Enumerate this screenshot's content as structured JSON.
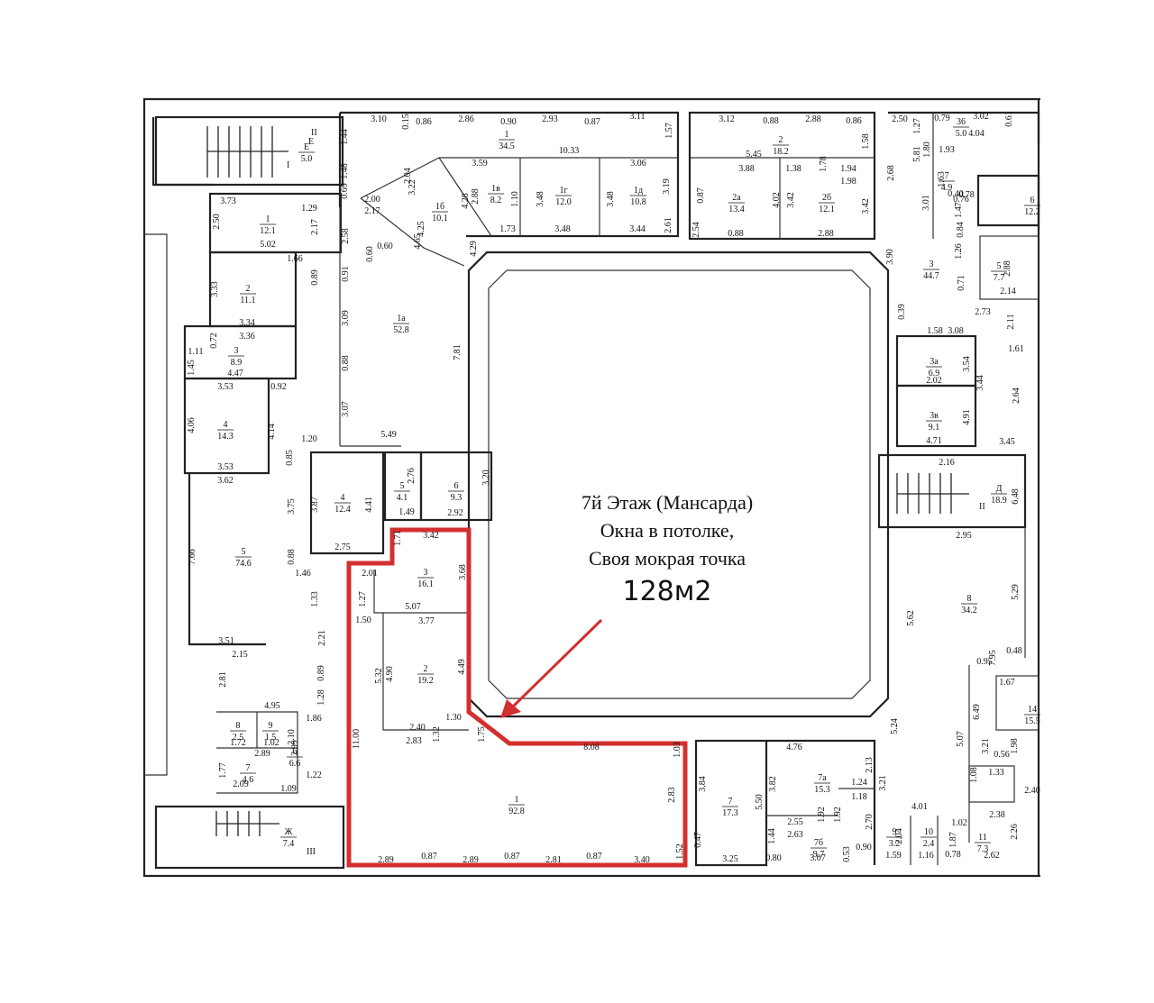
{
  "annotation": {
    "line1": "7й Этаж (Мансарда)",
    "line2": "Окна в потолке,",
    "line3": "Своя мокрая точка",
    "area": "128м2",
    "highlight_color": "#d32f2f"
  },
  "stair_labels": {
    "e": "Е",
    "d": "Д",
    "zh": "Ж",
    "I": "I",
    "II": "II",
    "II_right": "II",
    "III": "III"
  },
  "rooms": {
    "r1_top": {
      "num": "1",
      "area": "34.5"
    },
    "r1b": {
      "num": "1б",
      "area": "10.1"
    },
    "r1v": {
      "num": "1в",
      "area": "8.2"
    },
    "r1g": {
      "num": "1г",
      "area": "12.0"
    },
    "r1d": {
      "num": "1д",
      "area": "10.8"
    },
    "r1a": {
      "num": "1а",
      "area": "52.8"
    },
    "r2_top": {
      "num": "2",
      "area": "18.2"
    },
    "r2a": {
      "num": "2а",
      "area": "13.4"
    },
    "r2b": {
      "num": "2б",
      "area": "12.1"
    },
    "re": {
      "num": "Е",
      "area": "5.0"
    },
    "l1": {
      "num": "1",
      "area": "12.1"
    },
    "l2": {
      "num": "2",
      "area": "11.1"
    },
    "l3": {
      "num": "3",
      "area": "8.9"
    },
    "l4": {
      "num": "4",
      "area": "14.3"
    },
    "l5": {
      "num": "5",
      "area": "74.6"
    },
    "c4": {
      "num": "4",
      "area": "12.4"
    },
    "c5": {
      "num": "5",
      "area": "4.1"
    },
    "c6": {
      "num": "6",
      "area": "9.3"
    },
    "h3": {
      "num": "3",
      "area": "16.1"
    },
    "h2": {
      "num": "2",
      "area": "19.2"
    },
    "h1": {
      "num": "1",
      "area": "92.8"
    },
    "s8": {
      "num": "8",
      "area": "2.5"
    },
    "s9": {
      "num": "9",
      "area": "1.5"
    },
    "s6": {
      "num": "6",
      "area": "6.6"
    },
    "s7": {
      "num": "7",
      "area": "4.6"
    },
    "zh": {
      "num": "Ж",
      "area": "7.4"
    },
    "b7": {
      "num": "7",
      "area": "17.3"
    },
    "b7a": {
      "num": "7а",
      "area": "15.3"
    },
    "b7b": {
      "num": "7б",
      "area": "9.7"
    },
    "b9": {
      "num": "9",
      "area": "3.2"
    },
    "b10": {
      "num": "10",
      "area": "2.4"
    },
    "b11": {
      "num": "11",
      "area": "7.3"
    },
    "r3": {
      "num": "3",
      "area": "44.7"
    },
    "r3a": {
      "num": "3а",
      "area": "6.9"
    },
    "r3v": {
      "num": "3в",
      "area": "9.1"
    },
    "rd": {
      "num": "Д",
      "area": "18.9"
    },
    "r8": {
      "num": "8",
      "area": "34.2"
    },
    "r7": {
      "num": "7",
      "area": "4.9"
    },
    "r5": {
      "num": "5",
      "area": "7.7"
    },
    "r6": {
      "num": "6",
      "area": "12.2"
    },
    "r36": {
      "num": "36",
      "area": "5.0"
    },
    "r14": {
      "num": "14",
      "area": "15.5"
    }
  },
  "dims": [
    "3.10",
    "0.15",
    "0.86",
    "2.86",
    "0.90",
    "2.93",
    "0.87",
    "3.11",
    "1.57",
    "3.12",
    "0.88",
    "2.88",
    "0.86",
    "2.50",
    "1.27",
    "0.79",
    "3.02",
    "0.61",
    "4.04",
    "1.44",
    "1.48",
    "0.69",
    "3.59",
    "10.33",
    "3.06",
    "5.45",
    "3.88",
    "1.38",
    "1.94",
    "1.98",
    "1.93",
    "3.73",
    "1.29",
    "2.00",
    "2.17",
    "2.50",
    "2.17",
    "5.02",
    "1.66",
    "3.33",
    "0.89",
    "3.34",
    "3.36",
    "0.72",
    "1.11",
    "1.45",
    "4.47",
    "3.53",
    "0.92",
    "4.06",
    "4.14",
    "3.53",
    "1.20",
    "0.85",
    "3.62",
    "3.75",
    "7.66",
    "0.88",
    "1.46",
    "3.51",
    "2.15",
    "2.81",
    "4.95",
    "1.86",
    "1.72",
    "1.02",
    "2.89",
    "2.10",
    "2.99",
    "1.77",
    "2.09",
    "1.09",
    "1.22",
    "1.33",
    "2.21",
    "1.28",
    "0.89",
    "2.58",
    "0.60",
    "0.60",
    "0.91",
    "3.09",
    "0.88",
    "3.07",
    "7.81",
    "5.49",
    "2.76",
    "3.87",
    "4.41",
    "3.20",
    "2.92",
    "1.49",
    "1.71",
    "3.42",
    "2.75",
    "2.01",
    "1.27",
    "5.07",
    "3.68",
    "1.50",
    "3.77",
    "5.32",
    "4.90",
    "4.49",
    "2.40",
    "1.30",
    "1.32",
    "1.75",
    "2.83",
    "11.00",
    "8.08",
    "1.03",
    "2.83",
    "1.52",
    "2.89",
    "0.87",
    "2.89",
    "0.87",
    "2.81",
    "0.87",
    "3.40",
    "0.47",
    "3.84",
    "3.25",
    "3.82",
    "5.50",
    "4.76",
    "2.13",
    "3.21",
    "1.24",
    "1.18",
    "2.55",
    "2.63",
    "1.92",
    "1.92",
    "1.44",
    "0.80",
    "3.07",
    "0.53",
    "0.90",
    "2.70",
    "1.59",
    "1.16",
    "0.78",
    "2.62",
    "4.01",
    "1.02",
    "2.38",
    "2.26",
    "1.87",
    "2.04",
    "2.04",
    "3.22",
    "2.88",
    "4.28",
    "4.25",
    "4.65",
    "4.29",
    "1.73",
    "1.10",
    "3.48",
    "3.48",
    "3.48",
    "3.44",
    "3.19",
    "2.61",
    "0.87",
    "2.54",
    "0.88",
    "4.02",
    "3.42",
    "3.42",
    "2.88",
    "3.90",
    "1.58",
    "2.68",
    "5.81",
    "1.80",
    "1.63",
    "3.01",
    "1.47",
    "0.84",
    "1.26",
    "0.71",
    "2.14",
    "2.88",
    "2.73",
    "2.11",
    "1.61",
    "0.39",
    "3.08",
    "1.58",
    "3.54",
    "2.02",
    "3.44",
    "4.91",
    "2.64",
    "4.71",
    "3.45",
    "2.16",
    "6.48",
    "2.95",
    "5.29",
    "5.62",
    "7.95",
    "0.48",
    "0.95",
    "1.67",
    "6.49",
    "5.07",
    "3.21",
    "0.56",
    "1.98",
    "1.08",
    "1.33",
    "2.40",
    "5.24",
    "1.78",
    "0.76",
    "0.78",
    "0.40",
    "0.79"
  ]
}
